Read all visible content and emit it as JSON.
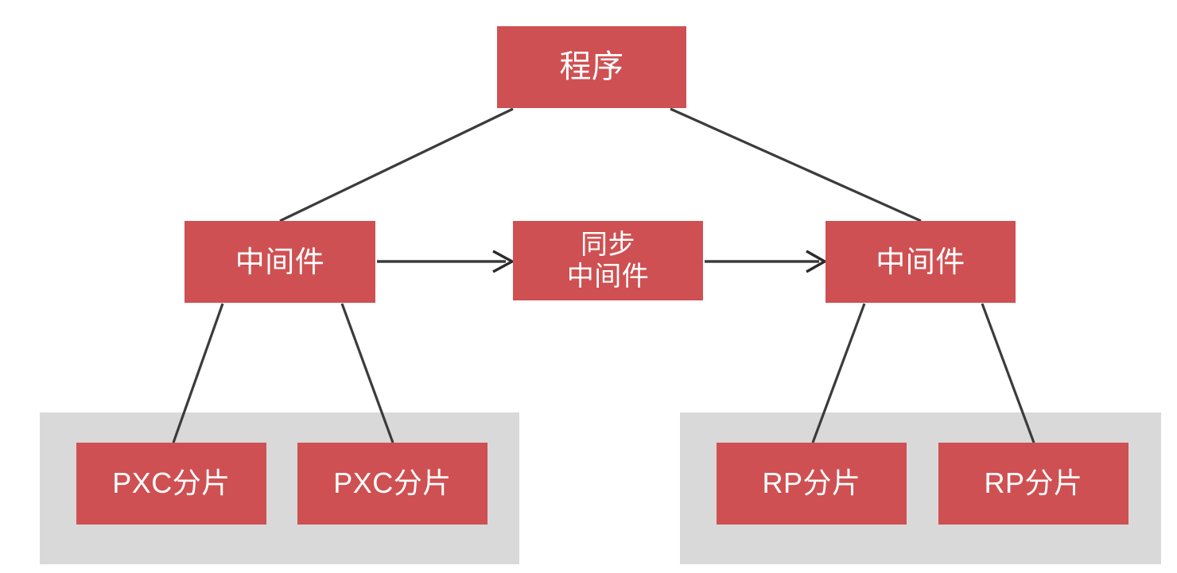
{
  "diagram": {
    "title": "",
    "colors": {
      "node_fill": "#cf5052",
      "node_text": "#ffffff",
      "group_fill": "#d9d9d9",
      "edge_stroke": "#3b3b3b",
      "background": "#ffffff"
    },
    "nodes": {
      "application": {
        "label": "程序"
      },
      "middleware_left": {
        "label": "中间件"
      },
      "sync_middleware": {
        "label": "同步\n中间件"
      },
      "middleware_right": {
        "label": "中间件"
      },
      "pxc_shard_1": {
        "label": "PXC分片"
      },
      "pxc_shard_2": {
        "label": "PXC分片"
      },
      "rp_shard_1": {
        "label": "RP分片"
      },
      "rp_shard_2": {
        "label": "RP分片"
      }
    },
    "groups": {
      "left_cluster": {
        "label": ""
      },
      "right_cluster": {
        "label": ""
      }
    },
    "edges": [
      {
        "from": "application",
        "to": "middleware_left",
        "type": "line"
      },
      {
        "from": "application",
        "to": "middleware_right",
        "type": "line"
      },
      {
        "from": "middleware_left",
        "to": "sync_middleware",
        "type": "arrow"
      },
      {
        "from": "sync_middleware",
        "to": "middleware_right",
        "type": "arrow"
      },
      {
        "from": "middleware_left",
        "to": "pxc_shard_1",
        "type": "line"
      },
      {
        "from": "middleware_left",
        "to": "pxc_shard_2",
        "type": "line"
      },
      {
        "from": "middleware_right",
        "to": "rp_shard_1",
        "type": "line"
      },
      {
        "from": "middleware_right",
        "to": "rp_shard_2",
        "type": "line"
      }
    ]
  }
}
